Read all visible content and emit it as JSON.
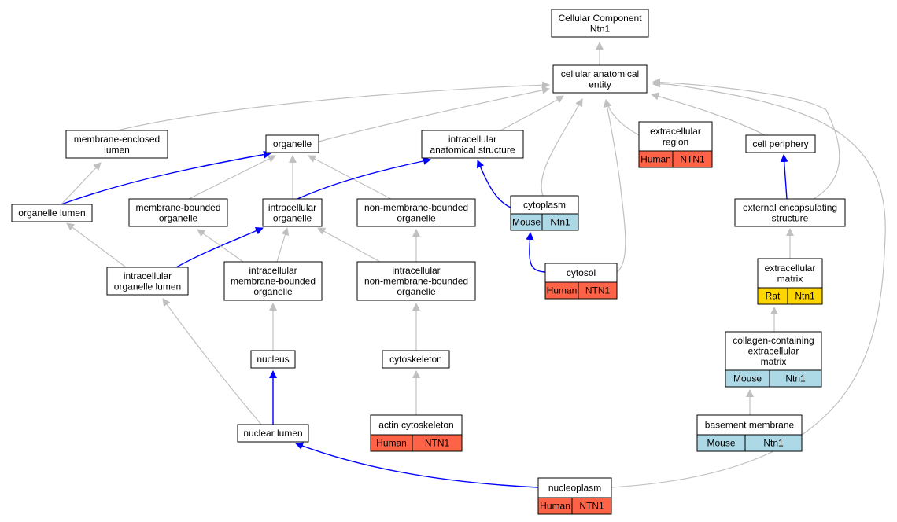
{
  "nodes": {
    "root": [
      "Cellular Component",
      "Ntn1"
    ],
    "cae": [
      "cellular anatomical",
      "entity"
    ],
    "mel": [
      "membrane-enclosed",
      "lumen"
    ],
    "org": [
      "organelle"
    ],
    "ias": [
      "intracellular",
      "anatomical structure"
    ],
    "er": [
      "extracellular",
      "region"
    ],
    "cp": [
      "cell periphery"
    ],
    "ol": [
      "organelle lumen"
    ],
    "mbo": [
      "membrane-bounded",
      "organelle"
    ],
    "io": [
      "intracellular",
      "organelle"
    ],
    "nmbo": [
      "non-membrane-bounded",
      "organelle"
    ],
    "cyto": [
      "cytoplasm"
    ],
    "ees": [
      "external encapsulating",
      "structure"
    ],
    "iol": [
      "intracellular",
      "organelle lumen"
    ],
    "imbo": [
      "intracellular",
      "membrane-bounded",
      "organelle"
    ],
    "inmbo": [
      "intracellular",
      "non-membrane-bounded",
      "organelle"
    ],
    "cytosol": [
      "cytosol"
    ],
    "ecm": [
      "extracellular",
      "matrix"
    ],
    "nuc": [
      "nucleus"
    ],
    "csk": [
      "cytoskeleton"
    ],
    "ccem": [
      "collagen-containing",
      "extracellular",
      "matrix"
    ],
    "nl": [
      "nuclear lumen"
    ],
    "acsk": [
      "actin cytoskeleton"
    ],
    "bm": [
      "basement membrane"
    ],
    "np": [
      "nucleoplasm"
    ]
  },
  "annotations": {
    "er": [
      "Human",
      "NTN1"
    ],
    "cyto": [
      "Mouse",
      "Ntn1"
    ],
    "cytosol": [
      "Human",
      "NTN1"
    ],
    "ecm": [
      "Rat",
      "Ntn1"
    ],
    "ccem": [
      "Mouse",
      "Ntn1"
    ],
    "acsk": [
      "Human",
      "NTN1"
    ],
    "bm": [
      "Mouse",
      "Ntn1"
    ],
    "np": [
      "Human",
      "NTN1"
    ]
  },
  "colors": {
    "Human": "#ff6347",
    "Mouse": "#add8e6",
    "Rat": "#ffd700",
    "edge_gray": "#c0c0c0",
    "edge_blue": "#0000ff"
  }
}
